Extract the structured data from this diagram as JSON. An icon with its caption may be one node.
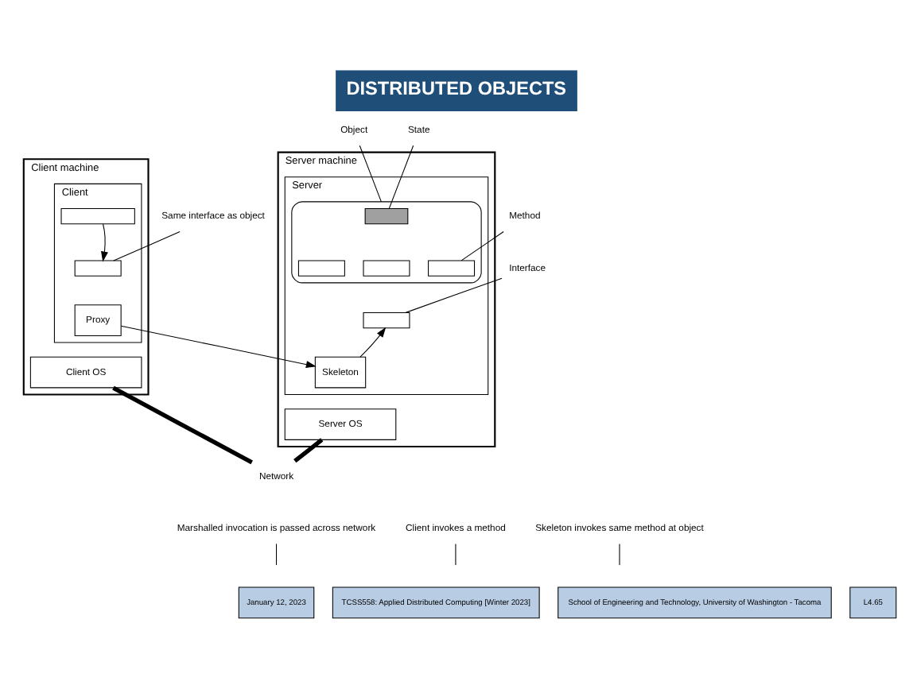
{
  "diagram": {
    "title": "DISTRIBUTED OBJECTS",
    "nodes": [
      {
        "text": [
          "Client machine"
        ]
      },
      {
        "text": [
          "Client"
        ],
        "in": 0
      },
      {
        "text": [],
        "shape": "box",
        "in": 1
      },
      {
        "text": [
          "Proxy"
        ],
        "in": 1
      },
      {
        "text": [],
        "shape": "box",
        "in": 1
      },
      {
        "text": [
          "Client OS"
        ],
        "in": 0
      },
      {
        "text": [
          "Server machine"
        ]
      },
      {
        "text": [
          "Server"
        ],
        "in": 6
      },
      {
        "text": [],
        "shape": "box",
        "in": 7
      },
      {
        "text": [],
        "shape": "box",
        "in": 8
      },
      {
        "text": [],
        "shape": "box",
        "in": 8
      },
      {
        "text": [],
        "shape": "box",
        "in": 8
      },
      {
        "text": [],
        "shape": "box",
        "in": 8
      },
      {
        "text": [],
        "shape": "box",
        "in": 7
      },
      {
        "text": [
          "Skeleton"
        ],
        "in": 7
      },
      {
        "text": [
          "Server OS"
        ],
        "in": 6
      },
      {
        "text": [
          "Network"
        ]
      },
      {
        "text": [
          "Client invokes a method"
        ]
      },
      {
        "text": [
          "Same interface as object"
        ]
      },
      {
        "text": [
          "Skeleton invokes same method at object"
        ]
      },
      {
        "text": [
          "Object"
        ]
      },
      {
        "text": [
          "State"
        ]
      },
      {
        "text": [
          "Method"
        ]
      },
      {
        "text": [
          "Interface"
        ]
      },
      {
        "text": [
          "Marshalled invocation is passed across network"
        ]
      }
    ],
    "edges": [
      {
        "from": 2,
        "to": 4,
        "arrow": "to"
      },
      {
        "from": 17,
        "to": null,
        "arrow": "none"
      },
      {
        "from": 18,
        "to": 4,
        "arrow": "none"
      },
      {
        "from": 14,
        "to": 13,
        "arrow": "to"
      },
      {
        "from": 19,
        "to": null,
        "arrow": "none"
      },
      {
        "from": 20,
        "to": 8,
        "arrow": "none"
      },
      {
        "from": 21,
        "to": 9,
        "arrow": "none"
      },
      {
        "from": 22,
        "to": 12,
        "arrow": "none"
      },
      {
        "from": 23,
        "to": 13,
        "arrow": "none"
      },
      {
        "from": 3,
        "to": 14,
        "arrow": "to"
      },
      {
        "from": 24,
        "to": null,
        "arrow": "none"
      },
      {
        "from": 5,
        "to": 16,
        "arrow": "none",
        "style": "thick"
      },
      {
        "from": 15,
        "to": 16,
        "arrow": "none",
        "style": "thick"
      }
    ],
    "labels": [
      "January 12, 2023",
      "TCSS558: Applied Distributed Computing [Winter 2023]",
      "School of Engineering and Technology, University of Washington - Tacoma",
      "L4.65"
    ]
  }
}
